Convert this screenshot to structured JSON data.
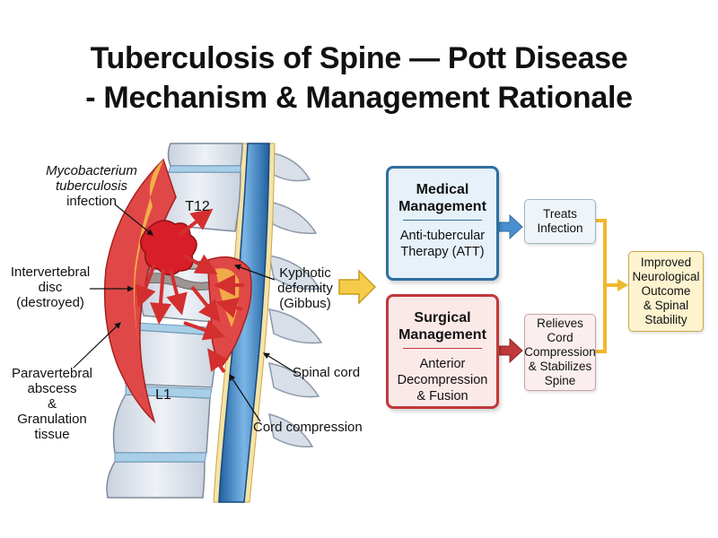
{
  "title_line1": "Tuberculosis of Spine — Pott Disease",
  "title_line2": "- Mechanism & Management Rationale",
  "anatomy": {
    "infection_line1": "Mycobacterium",
    "infection_line2": "tuberculosis",
    "infection_line3": "infection",
    "t12": "T12",
    "l1": "L1",
    "disc_line1": "Intervertebral",
    "disc_line2": "disc",
    "disc_line3": "(destroyed)",
    "kyphotic_line1": "Kyphotic",
    "kyphotic_line2": "deformity",
    "kyphotic_line3": "(Gibbus)",
    "abscess_line1": "Paravertebral",
    "abscess_line2": "abscess",
    "abscess_line3": "&",
    "abscess_line4": "Granulation",
    "abscess_line5": "tissue",
    "cord": "Spinal cord",
    "compression": "Cord compression"
  },
  "medical": {
    "title_line1": "Medical",
    "title_line2": "Management",
    "body_line1": "Anti-tubercular",
    "body_line2": "Therapy (ATT)",
    "border": "#2f6f9f",
    "fill": "#e6f1f9"
  },
  "surgical": {
    "title_line1": "Surgical",
    "title_line2": "Management",
    "body_line1": "Anterior",
    "body_line2": "Decompression",
    "body_line3": "& Fusion",
    "border": "#c0393b",
    "fill": "#fbe9e8"
  },
  "treats": {
    "line1": "Treats",
    "line2": "Infection"
  },
  "relieves": {
    "line1": "Relieves",
    "line2": "Cord",
    "line3": "Compression",
    "line4": "& Stabilizes",
    "line5": "Spine"
  },
  "outcome": {
    "line1": "Improved",
    "line2": "Neurological",
    "line3": "Outcome",
    "line4": "& Spinal",
    "line5": "Stability"
  },
  "colors": {
    "bone": "#dde4ee",
    "inflammation": "#e0383a",
    "cord_blue": "#4a8fd0",
    "arrow_yellow": "#f4cc4a",
    "outcome_fill": "#fdf3cf"
  }
}
